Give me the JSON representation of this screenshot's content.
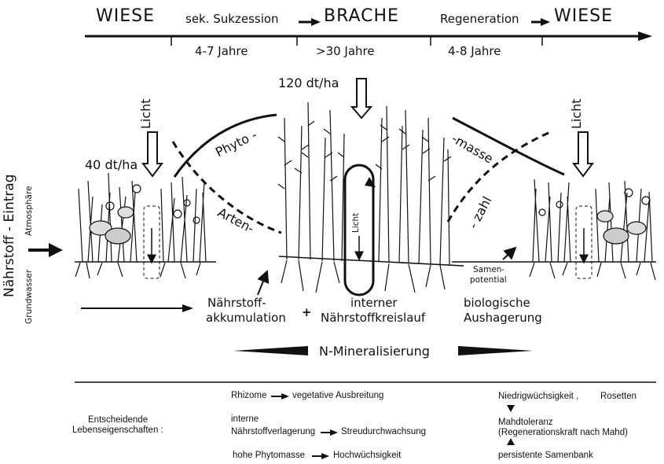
{
  "timeline": {
    "stage_start": "WIESE",
    "transition_1": "sek. Sukzession",
    "stage_mid": "BRACHE",
    "transition_2": "Regeneration",
    "stage_end": "WIESE",
    "duration_1": "4-7 Jahre",
    "duration_2": ">30 Jahre",
    "duration_3": "4-8 Jahre"
  },
  "diagram": {
    "yield_brache": "120 dt/ha",
    "yield_wiese": "40 dt/ha",
    "licht_left": "Licht",
    "licht_right": "Licht",
    "licht_center": "Licht",
    "phyto_label": "Phyto -",
    "masse_label": "-masse",
    "arten_label": "Arten-",
    "zahl_label": "- zahl",
    "samen_label_1": "Samen-",
    "samen_label_2": "potential",
    "eintrag_title": "Nährstoff - Eintrag",
    "eintrag_atmosphaere": "Atmosphäre",
    "eintrag_grundwasser": "Grundwasser"
  },
  "processes": {
    "akkumulation_1": "Nährstoff-",
    "akkumulation_2": "akkumulation",
    "plus": "+",
    "kreislauf_1": "interner",
    "kreislauf_2": "Nährstoffkreislauf",
    "aushagerung_1": "biologische",
    "aushagerung_2": "Aushagerung",
    "mineralisierung": "N-Mineralisierung"
  },
  "traits": {
    "heading_1": "Entscheidende",
    "heading_2": "Lebenseigenschaften :",
    "rhizome": "Rhizome",
    "vegetative": "vegetative Ausbreitung",
    "interne": "interne",
    "verlagerung": "Nährstoffverlagerung",
    "streu": "Streudurchwachsung",
    "phytomasse": "hohe Phytomasse",
    "hochwuechsig": "Hochwüchsigkeit",
    "niedrig": "Niedrigwüchsigkeit ,",
    "rosetten": "Rosetten",
    "mahdtoleranz": "Mahdtoleranz",
    "regeneration": "(Regenerationskraft nach Mahd)",
    "samenbank": "persistente Samenbank"
  }
}
